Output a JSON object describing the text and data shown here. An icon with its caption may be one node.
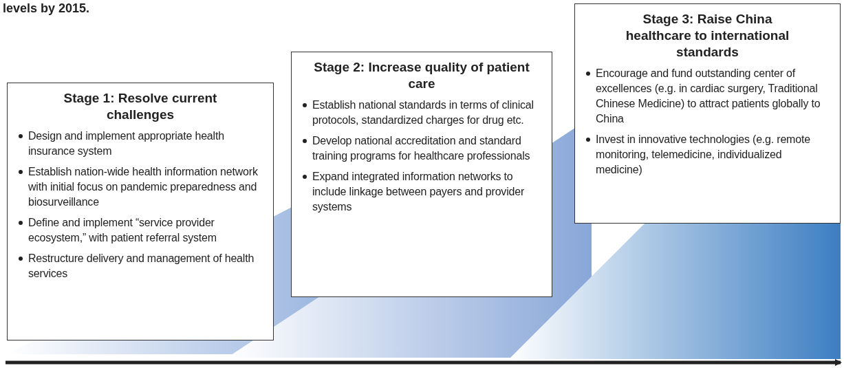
{
  "diagram": {
    "nodes": [
      {
        "text": [
          "Stage 1: Resolve current challenges",
          "Design and implement appropriate health insurance system",
          "Establish nation-wide health information network with initial focus on pandemic preparedness and biosurveillance",
          "Define and implement “service provider ecosystem,” with patient referral system",
          "Restructure delivery and management of health services"
        ]
      },
      {
        "text": [
          "Stage 2: Increase quality of patient care",
          "Establish national standards in terms of clinical protocols, standardized charges for drug etc.",
          "Develop national accreditation and standard training programs for healthcare professionals",
          "Expand integrated information networks to include linkage between payers and provider systems"
        ]
      },
      {
        "text": [
          "Stage 3: Raise China healthcare to international standards",
          "Encourage and fund outstanding center of excellences (e.g. in cardiac surgery, Traditional Chinese Medicine) to attract patients globally to China",
          "Invest in innovative technologies (e.g. remote monitoring, telemedicine, individualized medicine)"
        ]
      }
    ],
    "labels": [
      "levels by 2015."
    ]
  }
}
